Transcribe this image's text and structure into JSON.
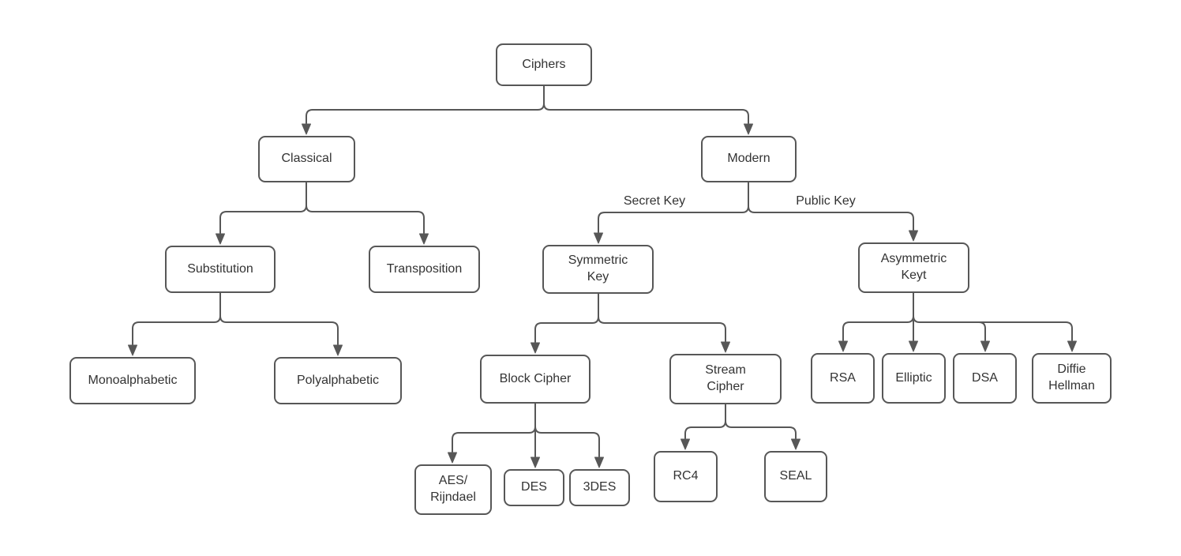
{
  "diagram": {
    "title": "Ciphers classification tree",
    "colors": {
      "stroke": "#575757",
      "text": "#333333",
      "node_fill": "#ffffff",
      "background": "#ffffff"
    },
    "nodes": {
      "ciphers": {
        "label": "Ciphers"
      },
      "classical": {
        "label": "Classical"
      },
      "modern": {
        "label": "Modern"
      },
      "substitution": {
        "label": "Substitution"
      },
      "transposition": {
        "label": "Transposition"
      },
      "symmetric": {
        "label": "Symmetric\nKey"
      },
      "asymmetric": {
        "label": "Asymmetric\nKeyt"
      },
      "mono": {
        "label": "Monoalphabetic"
      },
      "poly": {
        "label": "Polyalphabetic"
      },
      "block": {
        "label": "Block Cipher"
      },
      "stream": {
        "label": "Stream\nCipher"
      },
      "rsa": {
        "label": "RSA"
      },
      "elliptic": {
        "label": "Elliptic"
      },
      "dsa": {
        "label": "DSA"
      },
      "diffie": {
        "label": "Diffie\nHellman"
      },
      "aes": {
        "label": "AES/\nRijndael"
      },
      "des": {
        "label": "DES"
      },
      "tdes": {
        "label": "3DES"
      },
      "rc4": {
        "label": "RC4"
      },
      "seal": {
        "label": "SEAL"
      }
    },
    "edge_labels": {
      "secret_key": "Secret Key",
      "public_key": "Public Key"
    },
    "edges": [
      {
        "from": "Ciphers",
        "to": "Classical"
      },
      {
        "from": "Ciphers",
        "to": "Modern"
      },
      {
        "from": "Classical",
        "to": "Substitution"
      },
      {
        "from": "Classical",
        "to": "Transposition"
      },
      {
        "from": "Substitution",
        "to": "Monoalphabetic"
      },
      {
        "from": "Substitution",
        "to": "Polyalphabetic"
      },
      {
        "from": "Modern",
        "to": "Symmetric Key",
        "label": "Secret Key"
      },
      {
        "from": "Modern",
        "to": "Asymmetric Keyt",
        "label": "Public Key"
      },
      {
        "from": "Symmetric Key",
        "to": "Block Cipher"
      },
      {
        "from": "Symmetric Key",
        "to": "Stream Cipher"
      },
      {
        "from": "Asymmetric Keyt",
        "to": "RSA"
      },
      {
        "from": "Asymmetric Keyt",
        "to": "Elliptic"
      },
      {
        "from": "Asymmetric Keyt",
        "to": "DSA"
      },
      {
        "from": "Asymmetric Keyt",
        "to": "Diffie Hellman"
      },
      {
        "from": "Block Cipher",
        "to": "AES/Rijndael"
      },
      {
        "from": "Block Cipher",
        "to": "DES"
      },
      {
        "from": "Block Cipher",
        "to": "3DES"
      },
      {
        "from": "Stream Cipher",
        "to": "RC4"
      },
      {
        "from": "Stream Cipher",
        "to": "SEAL"
      }
    ]
  }
}
